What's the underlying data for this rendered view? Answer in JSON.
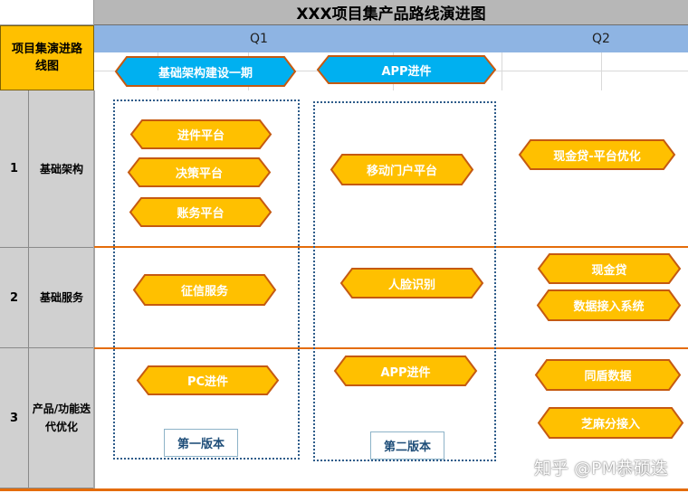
{
  "title": "XXX项目集产品路线演进图",
  "roadmap_label": "项目集演进路线图",
  "quarters": [
    "Q1",
    "Q2"
  ],
  "headers": [
    "基础架构建设一期",
    "APP进件"
  ],
  "rows": [
    {
      "num": "1",
      "name": "基础架构"
    },
    {
      "num": "2",
      "name": "基础服务"
    },
    {
      "num": "3",
      "name": "产品/功能迭代优化"
    }
  ],
  "items": {
    "row1_col1": [
      "进件平台",
      "决策平台",
      "账务平台"
    ],
    "row1_col2": [
      "移动门户平台"
    ],
    "row1_col3": [
      "现金贷-平台优化"
    ],
    "row2_col1": [
      "征信服务"
    ],
    "row2_col2": [
      "人脸识别"
    ],
    "row2_col3": [
      "现金贷",
      "数据接入系统"
    ],
    "row3_col1": [
      "PC进件"
    ],
    "row3_col2": [
      "APP进件"
    ],
    "row3_col3": [
      "同盾数据",
      "芝麻分接入"
    ]
  },
  "versions": [
    "第一版本",
    "第二版本"
  ],
  "watermark": "知乎 @PM恭硕迭",
  "colors": {
    "pill_fill": "#ffc000",
    "pill_border": "#c55a11",
    "header_pill": "#00b0f0",
    "quarter_bar": "#8eb4e3",
    "separator": "#e46c0a"
  }
}
